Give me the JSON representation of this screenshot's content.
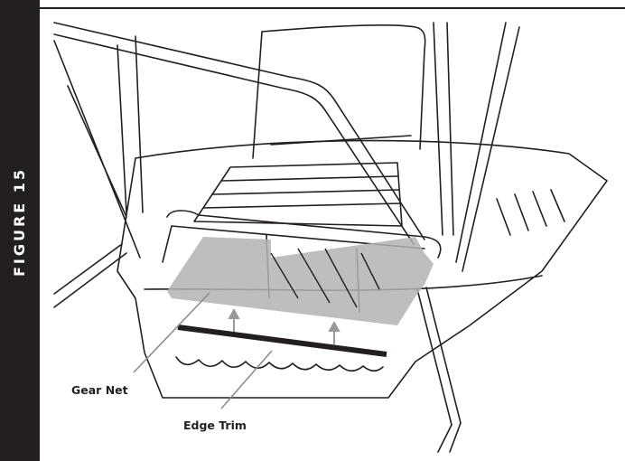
{
  "figure": {
    "label": "FIGURE 15"
  },
  "callouts": {
    "gear_net": "Gear Net",
    "edge_trim": "Edge Trim"
  },
  "colors": {
    "bar": "#231f20",
    "net": "#b3b3b3",
    "line": "#231f20"
  },
  "icons": {
    "arrow": "arrow-up-icon"
  }
}
